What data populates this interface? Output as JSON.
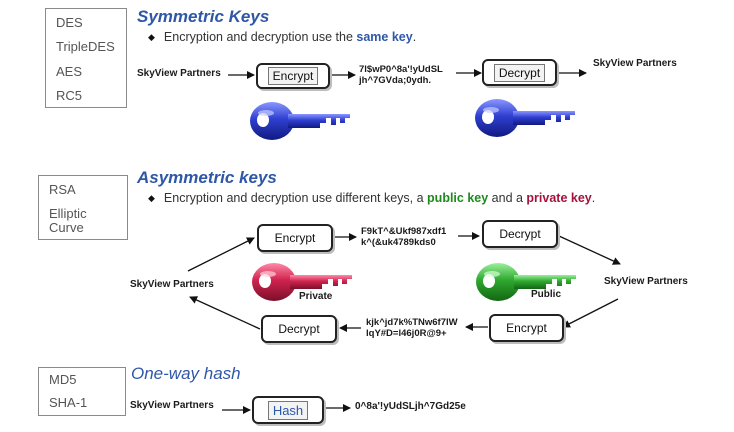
{
  "symmetric": {
    "algorithms": [
      "DES",
      "TripleDES",
      "AES",
      "RC5"
    ],
    "title": "Symmetric Keys",
    "bullet_text": "Encryption and decryption use the ",
    "bullet_emphasis": "same key",
    "bullet_end": ".",
    "sender": "SkyView Partners",
    "encrypt_label": "Encrypt",
    "ciphertext_line1": "7l$wP0^8a'!yUdSL",
    "ciphertext_line2": "jh^7GVda;0ydh.",
    "decrypt_label": "Decrypt",
    "receiver": "SkyView Partners",
    "key_color": "#2f3fd0"
  },
  "asymmetric": {
    "algorithms": [
      "RSA",
      "Elliptic Curve"
    ],
    "title": "Asymmetric keys",
    "bullet_text": "Encryption and decryption use different keys, a ",
    "public_key_text": "public key",
    "bullet_and": " and a ",
    "private_key_text": "private key",
    "bullet_end": ".",
    "top_encrypt": "Encrypt",
    "top_cipher_line1": "F9kT^&Ukf987xdf1",
    "top_cipher_line2": "k^(&uk4789kds0",
    "top_decrypt": "Decrypt",
    "left_party": "SkyView Partners",
    "right_party": "SkyView Partners",
    "private_label": "Private",
    "public_label": "Public",
    "private_key_color": "#d0234f",
    "public_key_color": "#2fa82f",
    "bottom_decrypt": "Decrypt",
    "bottom_cipher_line1": "kjk^jd7k%TNw6f7lW",
    "bottom_cipher_line2": "lqY#D=l46j0R@9+",
    "bottom_encrypt": "Encrypt"
  },
  "hash": {
    "algorithms": [
      "MD5",
      "SHA-1"
    ],
    "title": "One-way hash",
    "sender": "SkyView Partners",
    "hash_label": "Hash",
    "digest": "0^8a'!yUdSLjh^7Gd25e"
  }
}
